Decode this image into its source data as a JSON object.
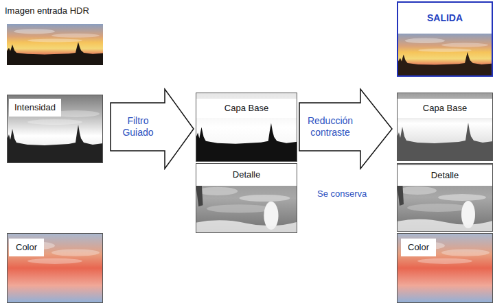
{
  "diagram": {
    "nodes": [
      {
        "text": [
          "Imagen entrada HDR"
        ]
      },
      {
        "text": [
          "SALIDA"
        ]
      },
      {
        "text": [
          "Intensidad"
        ]
      },
      {
        "text": [
          "Filtro Guiado"
        ]
      },
      {
        "text": [
          "Capa Base"
        ]
      },
      {
        "text": [
          "Reducción contraste"
        ]
      },
      {
        "text": [
          "Capa Base"
        ]
      },
      {
        "text": [
          "Detalle"
        ]
      },
      {
        "text": [
          "Detalle"
        ]
      },
      {
        "text": [
          "Color"
        ]
      },
      {
        "text": [
          "Color"
        ]
      }
    ],
    "labels": [
      "Se conserva"
    ]
  }
}
